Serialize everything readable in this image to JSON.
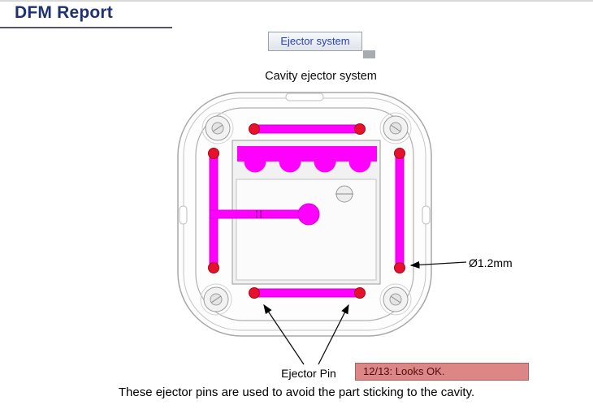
{
  "header": {
    "title": "DFM Report"
  },
  "tag": {
    "label": "Ejector system"
  },
  "diagram": {
    "caption": "Cavity ejector system",
    "diameter_label": "Ø1.2mm",
    "ejector_pin_label": "Ejector Pin"
  },
  "status": {
    "text": "12/13: Looks OK."
  },
  "footer": {
    "note": "These ejector pins are used to avoid the part sticking to the cavity."
  },
  "colors": {
    "title_navy": "#1e3272",
    "tag_text_blue": "#2743b0",
    "pin_magenta": "#ff00ff",
    "pin_dot_red": "#e8112d",
    "status_bg": "#dd8686"
  }
}
